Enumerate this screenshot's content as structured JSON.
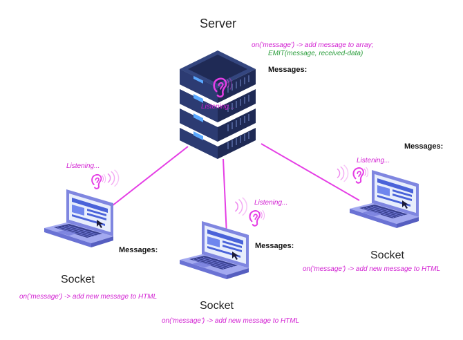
{
  "server": {
    "title": "Server",
    "handler_line1": "on('message') -> add message to array;",
    "handler_line2": "EMIT(message, received-data)",
    "messages_label": "Messages:",
    "listening": "Listening..."
  },
  "clients": [
    {
      "title": "Socket",
      "handler": "on('message') -> add new message to HTML",
      "messages_label": "Messages:",
      "listening": "Listening..."
    },
    {
      "title": "Socket",
      "handler": "on('message') -> add new message to HTML",
      "messages_label": "Messages:",
      "listening": "Listening..."
    },
    {
      "title": "Socket",
      "handler": "on('message') -> add new message to HTML",
      "messages_label": "Messages:",
      "listening": "Listening..."
    }
  ],
  "colors": {
    "link": "#e53ee5",
    "handler_text": "#d21fd2",
    "emit_text": "#2a9d3b",
    "server_dark": "#1f2a55",
    "server_mid": "#2c3b72",
    "server_light": "#4a5c98",
    "server_led": "#5aa8ff",
    "laptop_body": "#9aa0ee",
    "laptop_dark": "#5c64c8",
    "laptop_screen": "#e8eefc",
    "laptop_ui": "#4a63d9"
  },
  "icons": [
    "server-rack-icon",
    "laptop-icon",
    "ear-icon",
    "sound-waves-icon",
    "cursor-icon"
  ]
}
